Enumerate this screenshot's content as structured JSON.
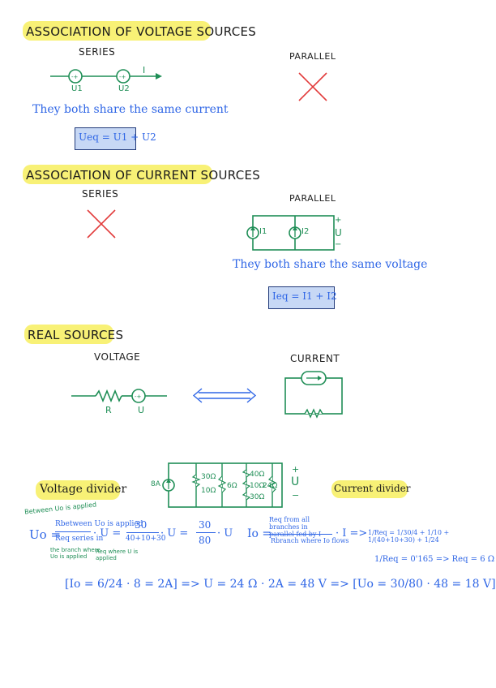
{
  "voltage_section": {
    "title": "ASSOCIATION OF VOLTAGE SOURCES",
    "series_label": "SERIES",
    "parallel_label": "PARALLEL",
    "u1": "U1",
    "u2": "U2",
    "current_label": "I",
    "note": "They both share the same current",
    "formula": "Ueq = U1 + U2"
  },
  "current_section": {
    "title": "ASSOCIATION OF CURRENT SOURCES",
    "series_label": "SERIES",
    "parallel_label": "PARALLEL",
    "i1": "I1",
    "i2": "I2",
    "plus": "+",
    "minus": "−",
    "u": "U",
    "note": "They both share the same voltage",
    "formula": "Ieq = I1 + I2"
  },
  "real_sources": {
    "title": "REAL SOURCES",
    "voltage_label": "VOLTAGE",
    "current_label": "CURRENT",
    "r": "R",
    "u": "U"
  },
  "example_circuit": {
    "source": "8A",
    "r1": "30Ω",
    "r2": "10Ω",
    "r3": "6Ω",
    "r4": "40Ω",
    "r5": "10Ω",
    "r6": "30Ω",
    "r7": "24Ω",
    "plus": "+",
    "u": "U",
    "minus": "−"
  },
  "voltage_divider": {
    "title": "Voltage divider",
    "note_top": "Between Uo is applied",
    "lhs": "Uo =",
    "num": "Rbetween Uo is applied",
    "den": "Req series in",
    "den_note": "the branch where Uo is applied",
    "den_note2": "Req where U is applied",
    "mid": "· U =",
    "frac_num": "30",
    "frac_den": "40+10+30",
    "after": "· U =",
    "frac2_num": "30",
    "frac2_den": "80",
    "end": "· U"
  },
  "current_divider": {
    "title": "Current divider",
    "lhs": "Io =",
    "num": "Req from all branches in parallel fed by I",
    "den": "Rbranch where Io flows",
    "after": "· I =>",
    "req_line": "1/Req = 1/30/4 + 1/10 + 1/(40+10+30) + 1/24",
    "req_result": "1/Req = 0'165 => Req = 6 Ω"
  },
  "final_line": {
    "text1": "[Io = 6/24 · 8 = 2A] => U = 24 Ω · 2A = 48 V => [Uo = 30/80 · 48 = 18 V]"
  },
  "colors": {
    "highlight": "#f7ef5e",
    "blue": "#2f66e6",
    "green": "#1f8e56",
    "red": "#e23b3b",
    "box": "#c7d8f5"
  }
}
